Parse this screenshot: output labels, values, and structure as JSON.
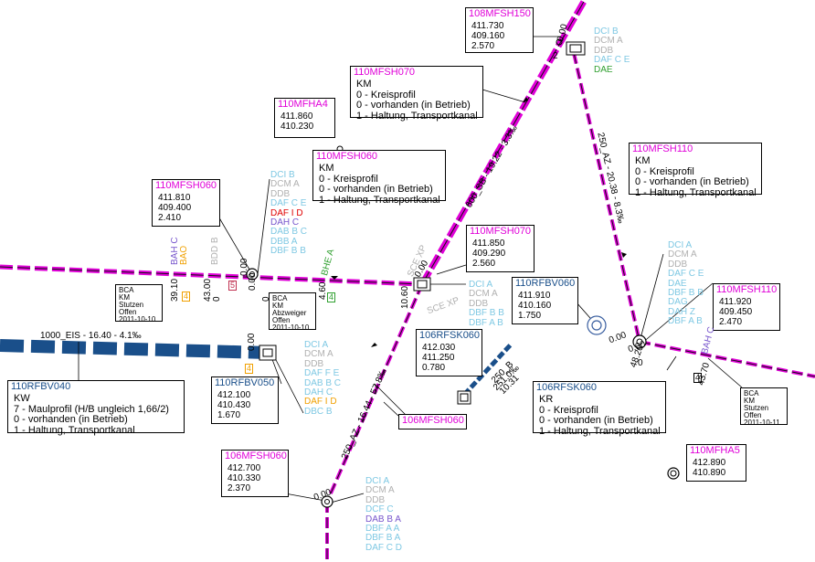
{
  "labels": {
    "mfsh150": {
      "id": "108MFSH150",
      "lines": [
        "411.730",
        "409.160",
        "2.570"
      ]
    },
    "mfsh070_top": {
      "id": "110MFSH070",
      "lines": [
        "KM",
        "0 - Kreisprofil",
        "0 - vorhanden (in Betrieb)",
        "1 - Haltung, Transportkanal"
      ]
    },
    "mfha4": {
      "id": "110MFHA4",
      "lines": [
        "411.860",
        "410.230"
      ]
    },
    "mfsh060_mid": {
      "id": "110MFSH060",
      "lines": [
        "KM",
        "0 - Kreisprofil",
        "0 - vorhanden (in Betrieb)",
        "1 - Haltung, Transportkanal"
      ]
    },
    "mfsh060_left": {
      "id": "110MFSH060",
      "lines": [
        "411.810",
        "409.400",
        "2.410"
      ]
    },
    "mfsh110_top": {
      "id": "110MFSH110",
      "lines": [
        "KM",
        "0 - Kreisprofil",
        "0 - vorhanden (in Betrieb)",
        "1 - Haltung, Transportkanal"
      ]
    },
    "mfsh070_node": {
      "id": "110MFSH070",
      "lines": [
        "411.850",
        "409.290",
        "2.560"
      ]
    },
    "rfbv060": {
      "id": "110RFBV060",
      "lines": [
        "411.910",
        "410.160",
        "1.750"
      ]
    },
    "mfsh110_node": {
      "id": "110MFSH110",
      "lines": [
        "411.920",
        "409.450",
        "2.470"
      ]
    },
    "rfsk060_node": {
      "id": "106RFSK060",
      "lines": [
        "412.030",
        "411.250",
        "0.780"
      ]
    },
    "rfbv040": {
      "id": "110RFBV040",
      "lines": [
        "KW",
        "7 - Maulprofil (H/B ungleich 1,66/2)",
        "0 - vorhanden (in Betrieb)",
        "1 - Haltung, Transportkanal"
      ]
    },
    "rfbv050": {
      "id": "110RFBV050",
      "lines": [
        "412.100",
        "410.430",
        "1.670"
      ]
    },
    "rfsk060_desc": {
      "id": "106RFSK060",
      "lines": [
        "KR",
        "0 - Kreisprofil",
        "0 - vorhanden (in Betrieb)",
        "1 - Haltung, Transportkanal"
      ]
    },
    "mfsh060_ref": {
      "id": "106MFSH060",
      "lines": []
    },
    "mfsh060_bot": {
      "id": "106MFSH060",
      "lines": [
        "412.700",
        "410.330",
        "2.370"
      ]
    },
    "mfha5": {
      "id": "110MFHA5",
      "lines": [
        "412.890",
        "410.890"
      ]
    }
  },
  "small_notes": {
    "bca1": [
      "BCA",
      "KM",
      "Stutzen",
      "Offen",
      "2011-10-10"
    ],
    "bca2": [
      "BCA",
      "KM",
      "Abzweiger",
      "Offen",
      "2011-10-10"
    ],
    "bca3": [
      "BCA",
      "KM",
      "Stutzen",
      "Offen",
      "2011-10-11"
    ]
  },
  "code_lists": {
    "list1": [
      "DCI B",
      "DCM A",
      "DDB",
      "DAF C E",
      "DAF I D",
      "DAH C",
      "DAB B C",
      "DBB A",
      "DBF B B"
    ],
    "list2": [
      "DCI B",
      "DCM A",
      "DDB",
      "DAF C E",
      "DAE"
    ],
    "list3": [
      "DCI A",
      "DCM A",
      "DDB",
      "DBF B B",
      "DBF A B"
    ],
    "list4": [
      "DCI A",
      "DCM A",
      "DDB",
      "DAF C E",
      "DAE",
      "DBF B B",
      "DAG",
      "DAH Z",
      "DBF A B"
    ],
    "list5": [
      "DCI A",
      "DCM A",
      "DDB",
      "DAF F E",
      "DAB B C",
      "DAH C",
      "DAF I D",
      "DBC B"
    ],
    "list6": [
      "DCI A",
      "DCM A",
      "DDB",
      "DCF C",
      "DAB B A",
      "DBF A A",
      "DBF B A",
      "DAF C D"
    ]
  },
  "pipe_labels": {
    "diag1": "600_SB - 19.22 - 3.3‰",
    "diag2": "250_AZ - 20.38 - 8.3‰",
    "diag3": "250_AZ - 16.44 - 57.8‰",
    "horiz1": "1000_EIS - 16.40 - 4.1‰",
    "short1": "250_B",
    "short2": "251.0‰",
    "short3": "10.31"
  },
  "annotations": {
    "a000_1": "0.00",
    "a000_2": "0.00",
    "a000_3": "0.00",
    "a000_4": "0.00",
    "a000_5": "0.00",
    "a000_6": "0.00",
    "a000_7": "0.00",
    "a_bah_c1": "BAH C",
    "a_bao": "BAO",
    "a_bdd_b": "BDD B",
    "a_3910": "39.10",
    "a_4300": "43.00",
    "a_000v": "0.00",
    "a_0v1": "0",
    "a_0v2": "0",
    "a_4_1": "4",
    "a_5": "5",
    "a_4_2": "4",
    "a_4_3": "4",
    "a_4_4": "4",
    "a_2": "2",
    "a_bhe": "BHE A",
    "a_4xx": "4.60",
    "a_sce_xp1": "SCE XP",
    "a_sce_xp2": "SCE XP",
    "a_1060": "10.60",
    "a_4820": "48.20",
    "a_4370": "43.70",
    "a_bah_c2": "BAH C",
    "a_0": "0"
  },
  "colors": {
    "main_pipe": "#e000d8",
    "storm_pipe": "#1a4f8a",
    "mag_text": "#e000d8",
    "blue_text": "#1a4f8a",
    "code_light": "#7ec8e3",
    "code_grey": "#b0b0b0",
    "code_red": "#e00000",
    "code_purple": "#7755cc",
    "code_orange": "#f0a000",
    "code_green": "#30a030"
  }
}
